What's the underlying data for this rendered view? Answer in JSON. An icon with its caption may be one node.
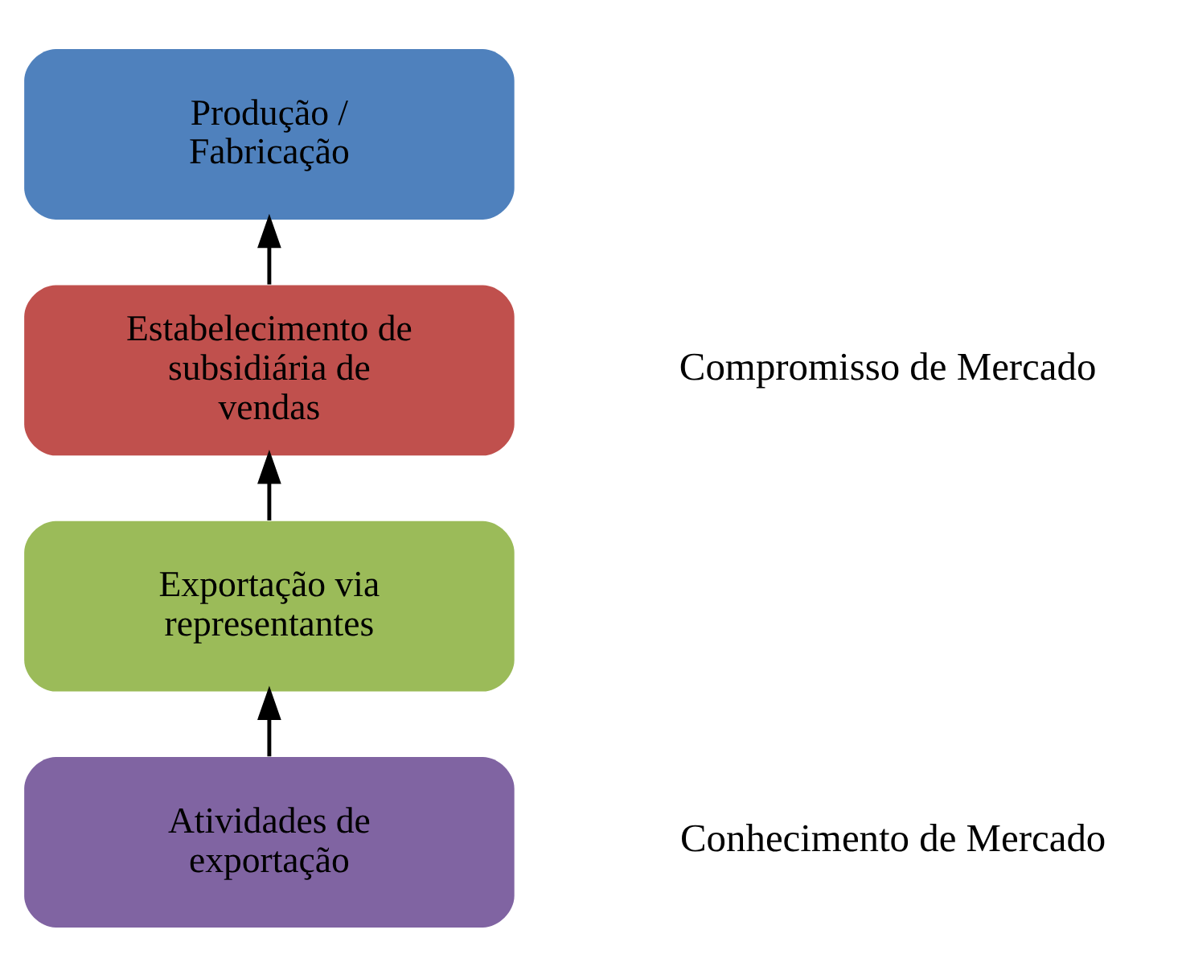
{
  "diagram": {
    "nodes": [
      {
        "text": [
          "Atividades de exportação"
        ]
      },
      {
        "text": [
          "Exportação via representantes"
        ]
      },
      {
        "text": [
          "Estabelecimento de subsidiária de vendas"
        ]
      },
      {
        "text": [
          "Produção / Fabricação"
        ]
      }
    ],
    "edges": [
      {
        "from": 0,
        "to": 1,
        "arrow": "to"
      },
      {
        "from": 1,
        "to": 2,
        "arrow": "to"
      },
      {
        "from": 2,
        "to": 3,
        "arrow": "to"
      }
    ],
    "labels": [
      "Compromisso de Mercado",
      "Conhecimento de Mercado"
    ]
  }
}
